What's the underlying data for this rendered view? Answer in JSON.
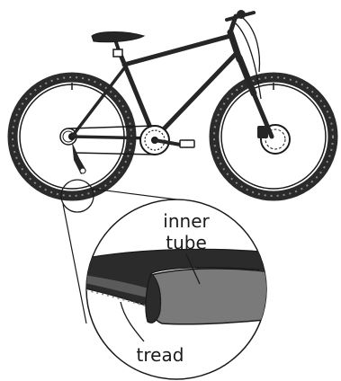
{
  "diagram": {
    "labels": {
      "inner_tube_line1": "inner",
      "inner_tube_line2": "tube",
      "tread": "tread"
    },
    "colors": {
      "ink": "#1a1a1a",
      "tire": "#2b2b2b",
      "tire_tread_dots": "#8a8a8a",
      "inner_tube_gray": "#7a7a7a",
      "frame": "#262626",
      "background": "#ffffff"
    }
  }
}
